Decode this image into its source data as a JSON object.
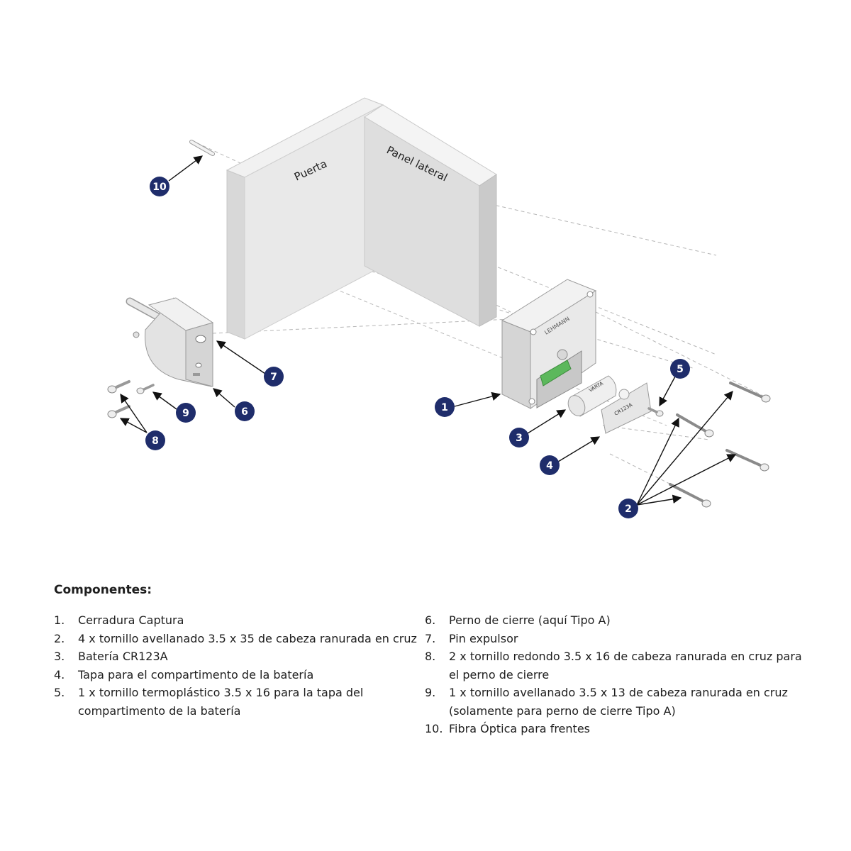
{
  "diagram": {
    "panels": {
      "door": "Puerta",
      "side_panel": "Panel lateral"
    },
    "logo": "LEHMANN",
    "battery_label": "CR123A",
    "callouts": [
      "1",
      "2",
      "3",
      "4",
      "5",
      "6",
      "7",
      "8",
      "9",
      "10"
    ]
  },
  "components": {
    "title": "Componentes:",
    "left": [
      {
        "num": "1.",
        "text": "Cerradura Captura"
      },
      {
        "num": "2.",
        "text": "4 x tornillo avellanado 3.5 x 35 de cabeza ranurada en cruz"
      },
      {
        "num": "3.",
        "text": "Batería CR123A"
      },
      {
        "num": "4.",
        "text": "Tapa para el compartimento de la batería"
      },
      {
        "num": "5.",
        "text": "1 x tornillo termoplástico 3.5 x 16 para la tapa del compartimento de la batería"
      }
    ],
    "right": [
      {
        "num": "6.",
        "text": "Perno de cierre (aquí Tipo A)"
      },
      {
        "num": "7.",
        "text": "Pin expulsor"
      },
      {
        "num": "8.",
        "text": "2 x tornillo redondo 3.5 x 16 de cabeza ranurada en cruz para el perno de cierre"
      },
      {
        "num": "9.",
        "text": "1 x tornillo avellanado 3.5 x 13 de cabeza ranurada en cruz (solamente para perno de cierre Tipo A)"
      },
      {
        "num": "10.",
        "text": "Fibra Óptica para frentes"
      }
    ]
  },
  "colors": {
    "callout": "#1f2d6b",
    "panel_front": "#e6e6e6",
    "panel_side": "#cfcfcf",
    "panel_top": "#f0f0f0",
    "lock_green": "#5cb85c"
  }
}
